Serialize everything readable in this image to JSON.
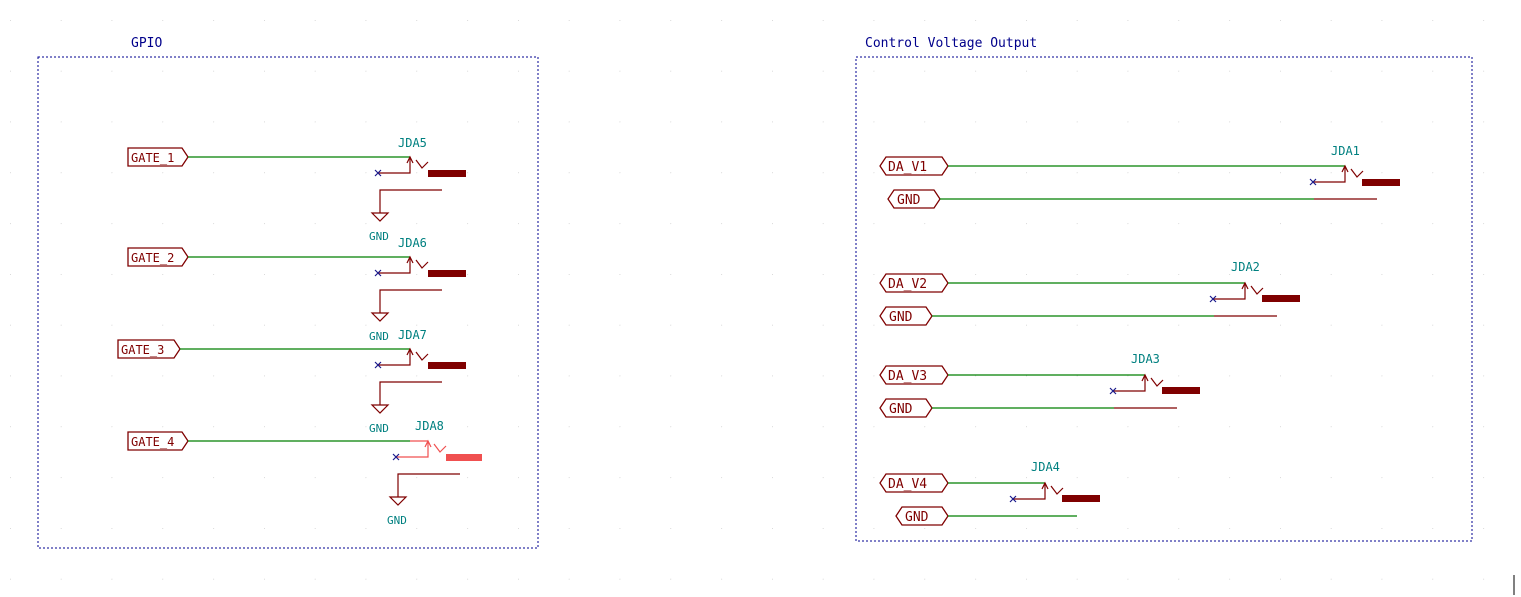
{
  "sections": {
    "gpio": {
      "title": "GPIO"
    },
    "cv": {
      "title": "Control Voltage Output"
    }
  },
  "gpio_labels": [
    "GATE_1",
    "GATE_2",
    "GATE_3",
    "GATE_4"
  ],
  "gpio_jacks": [
    "JDA5",
    "JDA6",
    "JDA7",
    "JDA8"
  ],
  "gnd_label": "GND",
  "cv_labels": {
    "v1": "DA_V1",
    "v2": "DA_V2",
    "v3": "DA_V3",
    "v4": "DA_V4",
    "gnd": "GND"
  },
  "cv_jacks": [
    "JDA1",
    "JDA2",
    "JDA3",
    "JDA4"
  ],
  "colors": {
    "wire": "#007f00",
    "symbol": "#7f0000",
    "highlight": "#f05050",
    "box": "#000090",
    "ref": "#008080",
    "title": "#00008b",
    "power": "#008080"
  }
}
